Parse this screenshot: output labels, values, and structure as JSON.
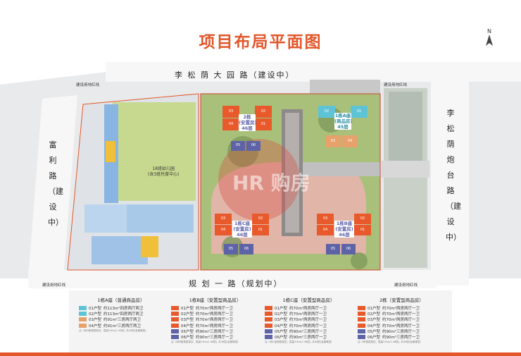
{
  "title": "项目布局平面图",
  "north": "N",
  "roads": {
    "top": "李 松 荫 大 园 路（建设中）",
    "bottom": "规 划 一 路（规划中）",
    "left": [
      "富",
      "利",
      "路",
      "（建",
      "设",
      "中）"
    ],
    "right": [
      "李",
      "松",
      "荫",
      "炮",
      "台",
      "路",
      "（建",
      "设",
      "中）"
    ]
  },
  "redlines": [
    "建设用地红线",
    "建设用地红线",
    "建设用地红线",
    "建设用地红线"
  ],
  "kindergarten": "18班幼儿园\n(含3班托育中心)",
  "watermark": "HR 购房",
  "buildings": {
    "b2": {
      "label": "2栋\n(安置房)\n46层",
      "units": [
        "03",
        "02",
        "04",
        "01",
        "05",
        "06"
      ]
    },
    "b1a": {
      "label": "1栋A座\n(商品房)\n45层",
      "units": [
        "02",
        "01",
        "03",
        "04"
      ]
    },
    "b1c": {
      "label": "1栋C座\n(安置房)\n46层",
      "units": [
        "03",
        "02",
        "04",
        "01",
        "05",
        "06"
      ]
    },
    "b1b": {
      "label": "1栋B座\n(安置房)\n46层",
      "units": [
        "03",
        "02",
        "04",
        "01",
        "05",
        "06"
      ]
    }
  },
  "legends": [
    {
      "title": "1栋A座（普通商品房）",
      "rows": [
        {
          "code": "01户型",
          "color": "#5fc3d6",
          "desc": "约113m²四房两厅两卫"
        },
        {
          "code": "02户型",
          "color": "#5fc3d6",
          "desc": "约113m²四房两厅两卫"
        },
        {
          "code": "03户型",
          "color": "#e7a26b",
          "desc": "约91m²三房两厅两卫"
        },
        {
          "code": "04户型",
          "color": "#e7a26b",
          "desc": "约91m²三房两厅两卫"
        }
      ],
      "note": "注: 1栋A座首层架空、层高3.6m(1-45层), 共45层(含避难层)"
    },
    {
      "title": "1栋B座（安置型商品房）",
      "rows": [
        {
          "code": "01户型",
          "color": "#e85a2c",
          "desc": "约70m²两房两厅一卫"
        },
        {
          "code": "02户型",
          "color": "#e85a2c",
          "desc": "约70m²两房两厅一卫"
        },
        {
          "code": "03户型",
          "color": "#e85a2c",
          "desc": "约70m²两房两厅一卫"
        },
        {
          "code": "04户型",
          "color": "#e85a2c",
          "desc": "约70m²两房两厅一卫"
        },
        {
          "code": "05户型",
          "color": "#5e63a8",
          "desc": "约90m²三房两厅一卫"
        },
        {
          "code": "06户型",
          "color": "#5e63a8",
          "desc": "约90m²三房两厅一卫"
        }
      ],
      "note": "注: 1栋B座首层架空、层高3.6m(1-46层), 共46层(含避难层)"
    },
    {
      "title": "1栋C座（安置型商品房）",
      "rows": [
        {
          "code": "01户型",
          "color": "#e85a2c",
          "desc": "约70m²两房两厅一卫"
        },
        {
          "code": "02户型",
          "color": "#e85a2c",
          "desc": "约70m²两房两厅一卫"
        },
        {
          "code": "03户型",
          "color": "#e85a2c",
          "desc": "约70m²两房两厅一卫"
        },
        {
          "code": "04户型",
          "color": "#e85a2c",
          "desc": "约70m²两房两厅一卫"
        },
        {
          "code": "05户型",
          "color": "#5e63a8",
          "desc": "约90m²三房两厅一卫"
        },
        {
          "code": "06户型",
          "color": "#5e63a8",
          "desc": "约90m²三房两厅一卫"
        }
      ],
      "note": "注: 1栋C座首层架空、层高3.6m(1-46层), 共46层(含避难层)"
    },
    {
      "title": "2栋（安置型商品房）",
      "rows": [
        {
          "code": "01户型",
          "color": "#e85a2c",
          "desc": "约70m²两房两厅一卫"
        },
        {
          "code": "02户型",
          "color": "#e85a2c",
          "desc": "约70m²两房两厅一卫"
        },
        {
          "code": "03户型",
          "color": "#e85a2c",
          "desc": "约70m²两房两厅一卫"
        },
        {
          "code": "04户型",
          "color": "#e85a2c",
          "desc": "约70m²两房两厅一卫"
        },
        {
          "code": "05户型",
          "color": "#5e63a8",
          "desc": "约90m²三房两厅一卫"
        },
        {
          "code": "06户型",
          "color": "#5e63a8",
          "desc": "约90m²三房两厅一卫"
        }
      ],
      "note": "注: 2栋首层架空、层高3.6m(1-46层), 共46层(含避难层)"
    }
  ]
}
